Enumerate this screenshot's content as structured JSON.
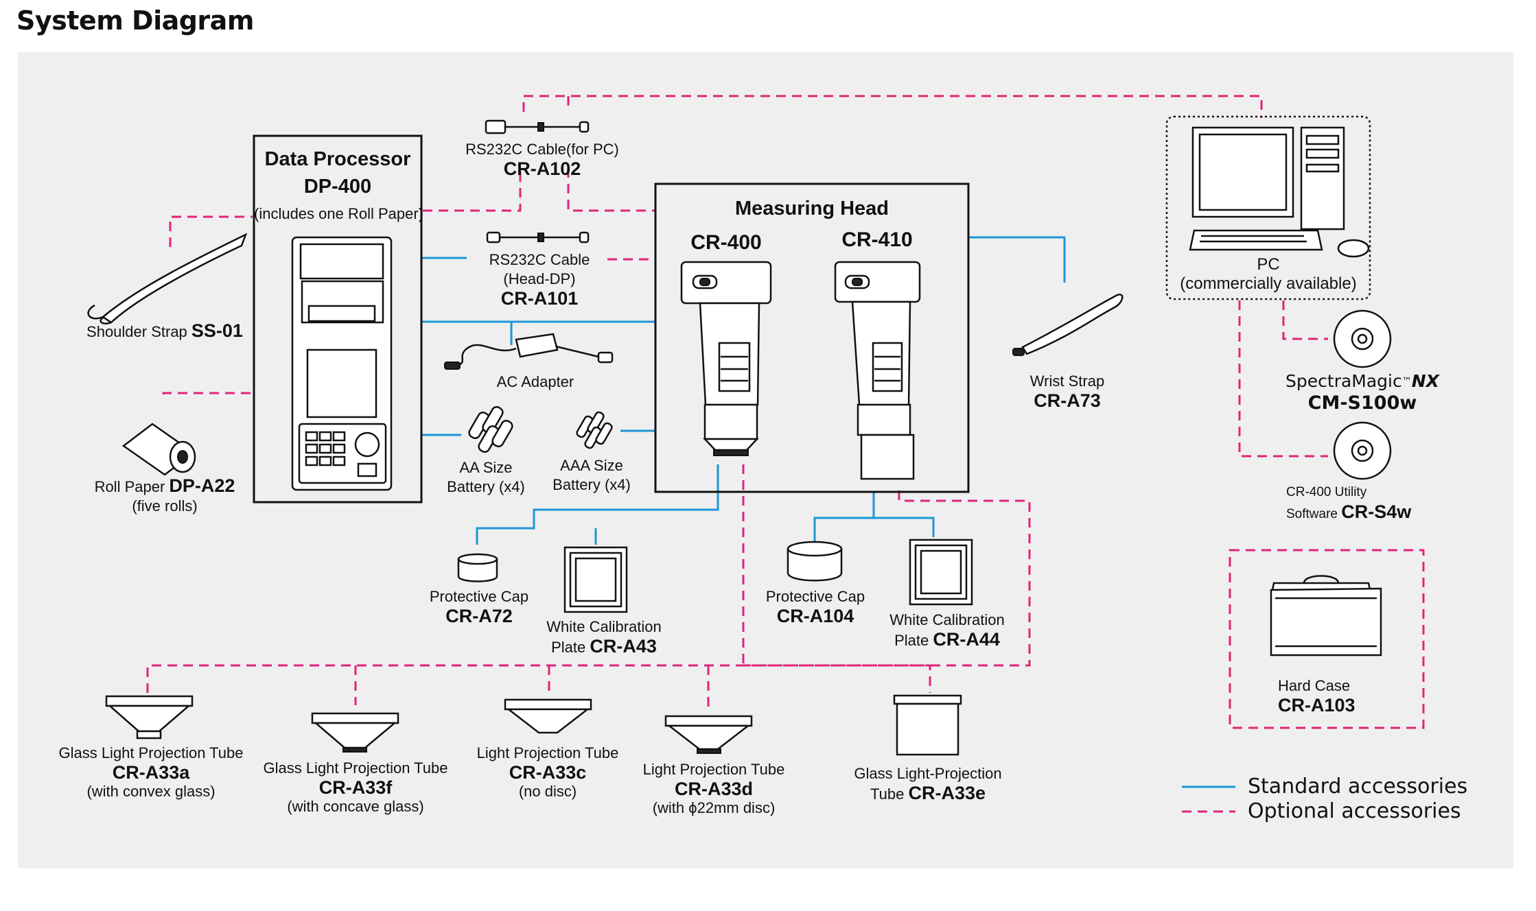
{
  "title": "System Diagram",
  "colors": {
    "standard": "#1a97d5",
    "optional": "#e0237b",
    "panel": "#efefef"
  },
  "data_processor": {
    "title": "Data Processor",
    "model": "DP-400",
    "note": "(includes one Roll Paper)"
  },
  "measuring_head": {
    "title": "Measuring Head",
    "model_a": "CR-400",
    "model_b": "CR-410"
  },
  "rs232c_pc": {
    "name": "RS232C Cable(for PC)",
    "code": "CR-A102"
  },
  "rs232c_dp": {
    "name": "RS232C Cable",
    "name2": "(Head-DP)",
    "code": "CR-A101"
  },
  "ac_adapter": {
    "name": "AC Adapter"
  },
  "aa_battery": {
    "name": "AA Size",
    "name2": "Battery (x4)"
  },
  "aaa_battery": {
    "name": "AAA Size",
    "name2": "Battery (x4)"
  },
  "shoulder_strap": {
    "name": "Shoulder Strap ",
    "code": "SS-01"
  },
  "roll_paper": {
    "name": "Roll Paper ",
    "code": "DP-A22",
    "note": "(five rolls)"
  },
  "wrist_strap": {
    "name": "Wrist Strap",
    "code": "CR-A73"
  },
  "pc": {
    "name": "PC",
    "note": "(commercially available)"
  },
  "spectramagic": {
    "name": "SpectraMagic",
    "tm": "™",
    "nx": "NX",
    "code": "CM-S100w"
  },
  "utility": {
    "name": "CR-400 Utility",
    "name2": "Software ",
    "code": "CR-S4w"
  },
  "hard_case": {
    "name": "Hard Case",
    "code": "CR-A103"
  },
  "cap_a72": {
    "name": "Protective Cap",
    "code": "CR-A72"
  },
  "plate_a43": {
    "name": "White Calibration",
    "name2": "Plate ",
    "code": "CR-A43"
  },
  "cap_a104": {
    "name": "Protective Cap",
    "code": "CR-A104"
  },
  "plate_a44": {
    "name": "White Calibration",
    "name2": "Plate ",
    "code": "CR-A44"
  },
  "tube_a33a": {
    "name": "Glass Light Projection Tube",
    "code": "CR-A33a",
    "note": "(with convex glass)"
  },
  "tube_a33f": {
    "name": "Glass Light Projection Tube",
    "code": "CR-A33f",
    "note": "(with concave glass)"
  },
  "tube_a33c": {
    "name": "Light Projection Tube",
    "code": "CR-A33c",
    "note": "(no disc)"
  },
  "tube_a33d": {
    "name": "Light Projection Tube",
    "code": "CR-A33d",
    "note": "(with ϕ22mm disc)"
  },
  "tube_a33e": {
    "name": "Glass Light-Projection",
    "name2": "Tube ",
    "code": "CR-A33e"
  },
  "legend": {
    "standard": "Standard accessories",
    "optional": "Optional accessories"
  }
}
